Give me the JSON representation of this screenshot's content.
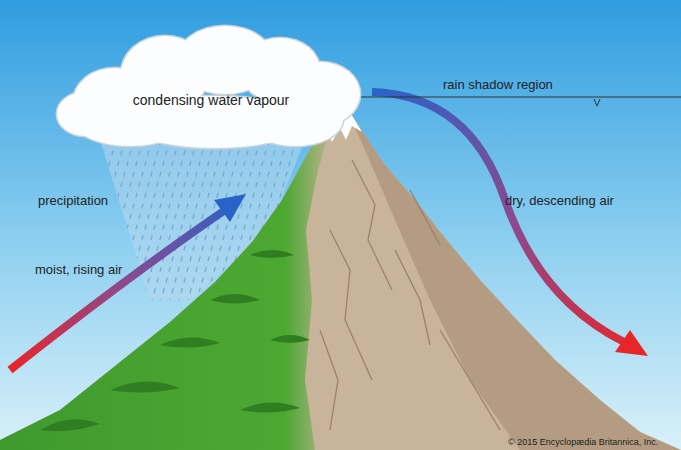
{
  "diagram": {
    "nodes": [
      {
        "text": [
          "condensing water vapour"
        ]
      }
    ],
    "labels": [
      "precipitation",
      "moist, rising air",
      "rain shadow region",
      "dry, descending air",
      "© 2015 Encyclopædia Britannica, Inc."
    ]
  }
}
